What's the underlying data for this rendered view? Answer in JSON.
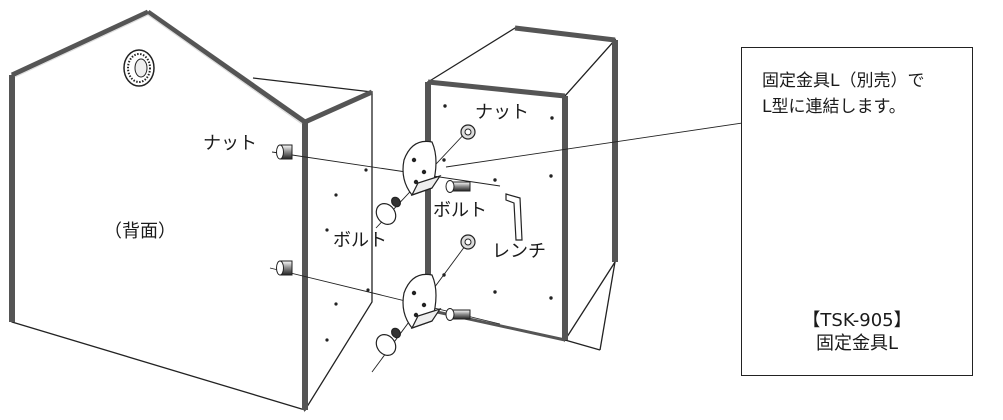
{
  "labels": {
    "back": "（背面）",
    "nut_left": "ナット",
    "nut_right": "ナット",
    "bolt_center": "ボルト",
    "bolt_left": "ボルト",
    "wrench": "レンチ"
  },
  "callout": {
    "note_line1": "固定金具L（別売）で",
    "note_line2": "L型に連結します。",
    "model": "【TSK-905】",
    "part_name": "固定金具L"
  }
}
